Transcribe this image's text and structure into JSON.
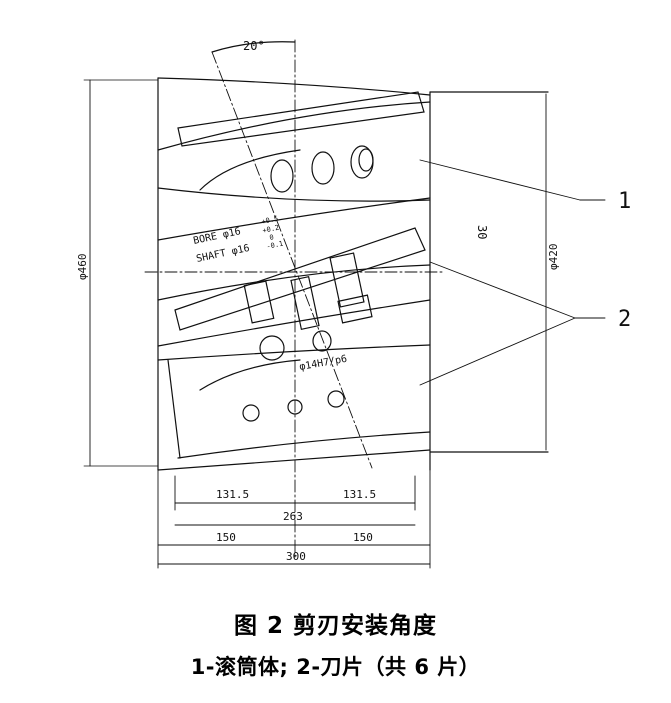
{
  "drawing": {
    "angle_label": "20°",
    "dim_30": "30",
    "dim_diameter_460": "φ460",
    "dim_diameter_420": "φ420",
    "bore_label": "BORE φ16",
    "bore_tol_upper": "+0.5",
    "bore_tol_lower": "+0.2",
    "shaft_label": "SHAFT φ16",
    "shaft_tol_upper": "0",
    "shaft_tol_lower": "-0.1",
    "fit_label": "φ14H7/p6",
    "dim_131_5_left": "131.5",
    "dim_131_5_right": "131.5",
    "dim_263": "263",
    "dim_150_left": "150",
    "dim_150_right": "150",
    "dim_300": "300",
    "callout_1": "1",
    "callout_2": "2"
  },
  "caption": {
    "title": "图 2   剪刃安装角度",
    "legend": "1-滚筒体; 2-刀片（共 6 片）"
  }
}
